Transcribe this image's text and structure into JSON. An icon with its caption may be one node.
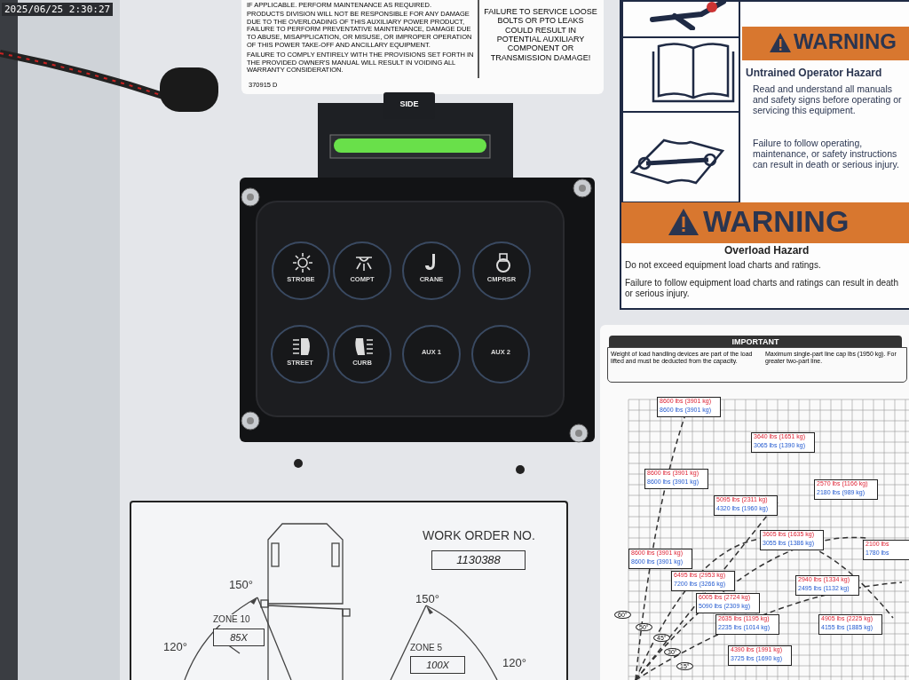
{
  "diagram": {
    "nodes": [
      {
        "text": [],
        "shape": "box"
      },
      {
        "text": [
          "STROBE"
        ],
        "in": 0
      },
      {
        "text": [
          "COMPT"
        ],
        "in": 0
      },
      {
        "text": [
          "CRANE"
        ],
        "in": 0
      },
      {
        "text": [
          "CMPRSR"
        ],
        "in": 0
      },
      {
        "text": [
          "STREET"
        ],
        "in": 0
      },
      {
        "text": [
          "CURB"
        ],
        "in": 0
      },
      {
        "text": [
          "AUX 1"
        ],
        "in": 0
      },
      {
        "text": [
          "AUX 2"
        ],
        "in": 0
      }
    ],
    "labels": [
      "2025/06/25 2:30:27",
      "IF APPLICABLE. PERFORM MAINTENANCE AS REQUIRED.",
      "PRODUCTS DIVISION WILL NOT BE RESPONSIBLE FOR ANY DAMAGE DUE TO THE OVERLOADING OF THIS AUXILIARY POWER PRODUCT, FAILURE TO PERFORM PREVENTATIVE MAINTENANCE, DAMAGE DUE TO ABUSE, MISAPPLICATION, OR MISUSE, OR IMPROPER OPERATION OF THIS POWER TAKE-OFF AND ANCILLARY EQUIPMENT.",
      "FAILURE TO COMPLY ENTIRELY WITH THE PROVISIONS SET FORTH IN THE PROVIDED OWNER'S MANUAL WILL RESULT IN VOIDING ALL WARRANTY CONSIDERATION.",
      "370915 D",
      "FAILURE TO SERVICE LOOSE BOLTS OR PTO LEAKS COULD RESULT IN POTENTIAL AUXILIARY COMPONENT OR TRANSMISSION DAMAGE!",
      "WARNING",
      "Untrained Operator Hazard",
      "Read and understand all manuals and safety signs before operating or servicing this equipment.",
      "Failure to follow operating, maintenance, or safety instructions can result in death or serious injury.",
      "WARNING",
      "Overload Hazard",
      "Do not exceed equipment load charts and ratings.",
      "Failure to follow equipment load charts and ratings can result in death or serious injury.",
      "SIDE",
      "IMPORTANT",
      "Weight of load handling devices are part of the load lifted and must be deducted from the capacity.",
      "Maximum single-part line cap lbs (1950 kg). For greater two-part line.",
      "8600 lbs (3901 kg)",
      "8600 lbs (3901 kg)",
      "3640 lbs (1651 kg)",
      "3065 lbs (1390 kg)",
      "8600 lbs (3901 kg)",
      "8600 lbs (3901 kg)",
      "2570 lbs (1166 kg)",
      "2180 lbs (989 kg)",
      "5095 lbs (2311 kg)",
      "4320 lbs (1960 kg)",
      "3605 lbs (1635 kg)",
      "3055 lbs (1386 kg)",
      "8600 lbs (3901 kg)",
      "8600 lbs (3901 kg)",
      "2100 lbs",
      "1780 lbs",
      "6495 lbs (2953 kg)",
      "7200 lbs (3266 kg)",
      "2940 lbs (1334 kg)",
      "2495 lbs (1132 kg)",
      "6005 lbs (2724 kg)",
      "5090 lbs (2309 kg)",
      "4905 lbs (2225 kg)",
      "4155 lbs (1885 kg)",
      "2635 lbs (1195 kg)",
      "2235 lbs (1014 kg)",
      "4390 lbs (1991 kg)",
      "3725 lbs (1690 kg)",
      "60°",
      "50°",
      "45°",
      "30°",
      "15°",
      "WORK ORDER NO.",
      "1130388",
      "150°",
      "120°",
      "ZONE 10",
      "85X",
      "150°",
      "ZONE 5",
      "100X",
      "120°"
    ]
  }
}
